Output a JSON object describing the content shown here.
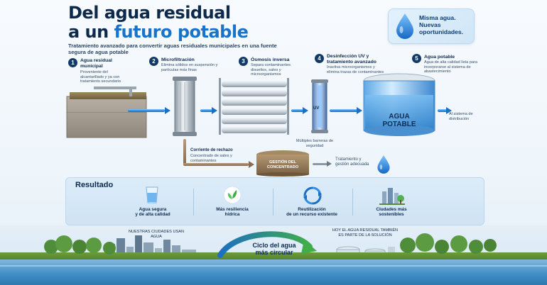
{
  "header": {
    "title_line1": "Del agua residual",
    "title_line2_prefix": "a un ",
    "title_line2_accent": "futuro potable",
    "subtitle": "Tratamiento avanzado para convertir aguas residuales municipales en una fuente segura de agua potable"
  },
  "badge": {
    "text_line1": "Misma agua.",
    "text_line2": "Nuevas",
    "text_line3": "oportunidades."
  },
  "steps": [
    {
      "num": "1",
      "title": "Agua residual municipal",
      "desc": "Proveniente del alcantarillado y ya con tratamiento secundario"
    },
    {
      "num": "2",
      "title": "Microfiltración",
      "desc": "Elimina sólidos en suspensión y partículas más finas"
    },
    {
      "num": "3",
      "title": "Ósmosis inversa",
      "desc": "Separa contaminantes disueltos, sales y microorganismos"
    },
    {
      "num": "4",
      "title": "Desinfección UV y tratamiento avanzado",
      "desc": "Inactiva microorganismos y elimina trazas de contaminantes"
    },
    {
      "num": "5",
      "title": "Agua potable",
      "desc": "Agua de alta calidad lista para incorporarse al sistema de abastecimiento"
    }
  ],
  "uv_label": "UV",
  "tank_label_line1": "AGUA",
  "tank_label_line2": "POTABLE",
  "distribution_label": "Al sistema de distribución",
  "barriers_label": "Múltiples barreras de seguridad",
  "reject": {
    "title": "Corriente de rechazo",
    "desc": "Concentrado de sales y contaminantes"
  },
  "concentrate_label": "GESTIÓN DEL CONCENTRADO",
  "treatment_label": "Tratamiento y gestión adecuada",
  "result": {
    "title": "Resultado",
    "items": [
      {
        "label_line1": "Agua segura",
        "label_line2": "y de alta calidad"
      },
      {
        "label_line1": "Más resiliencia",
        "label_line2": "hídrica"
      },
      {
        "label_line1": "Reutilización",
        "label_line2": "de un recurso existente"
      },
      {
        "label_line1": "Ciudades más",
        "label_line2": "sostenibles"
      }
    ]
  },
  "landscape": {
    "left_label": "NUESTRAS CIUDADES USAN AGUA",
    "cycle_line1": "Ciclo del agua",
    "cycle_line2": "más circular",
    "right_label": "HOY EL AGUA RESIDUAL TAMBIÉN ES PARTE DE LA SOLUCIÓN"
  },
  "colors": {
    "navy": "#0d2a4c",
    "blue": "#1a73c8",
    "pipe": "#2f8ee6",
    "green": "#3fae49",
    "brown": "#8a6a4c"
  }
}
